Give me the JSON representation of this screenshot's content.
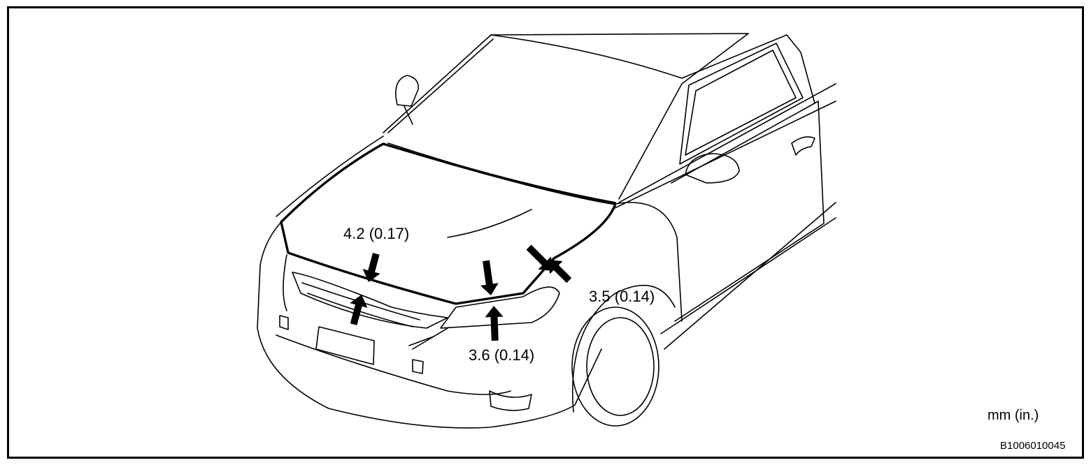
{
  "figure": {
    "clearances": [
      {
        "id": "hood-front-center",
        "value": "4.2 (0.17)"
      },
      {
        "id": "hood-headlamp",
        "value": "3.6 (0.14)"
      },
      {
        "id": "hood-fender",
        "value": "3.5 (0.14)"
      }
    ],
    "unit_note": "mm (in.)",
    "figure_code": "B1006010045",
    "colors": {
      "line": "#000000",
      "background": "#ffffff"
    },
    "icons": [
      "car-outline",
      "clearance-arrow"
    ]
  }
}
